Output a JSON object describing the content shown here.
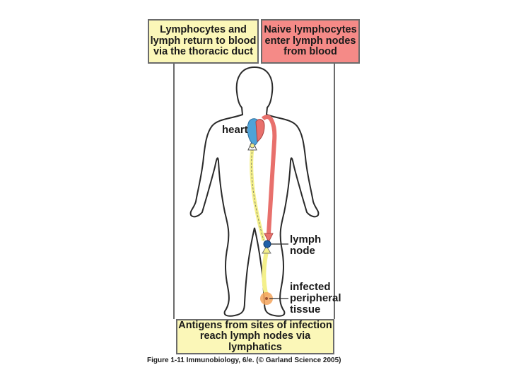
{
  "boxes": {
    "top_left": [
      "Lymphocytes and",
      "lymph return to blood",
      "via the thoracic duct"
    ],
    "top_right": [
      "Naive lymphocytes",
      "enter lymph nodes",
      "from blood"
    ],
    "bottom": [
      "Antigens from sites of infection",
      "reach lymph nodes via lymphatics"
    ]
  },
  "labels": {
    "heart": "heart",
    "lymph_node": [
      "lymph",
      "node"
    ],
    "infected_tissue": [
      "infected",
      "peripheral",
      "tissue"
    ]
  },
  "caption": "Figure 1-11 Immunobiology, 6/e. (© Garland Science 2005)",
  "colors": {
    "yellow_box": "#fbf7b8",
    "pink_box": "#f58a87",
    "blood_path": "#e8706c",
    "lymph_path": "#f4f08a",
    "heart_blue": "#4ea3d8",
    "lymph_node": "#1f5fa8",
    "infection": "#f3a35c"
  }
}
